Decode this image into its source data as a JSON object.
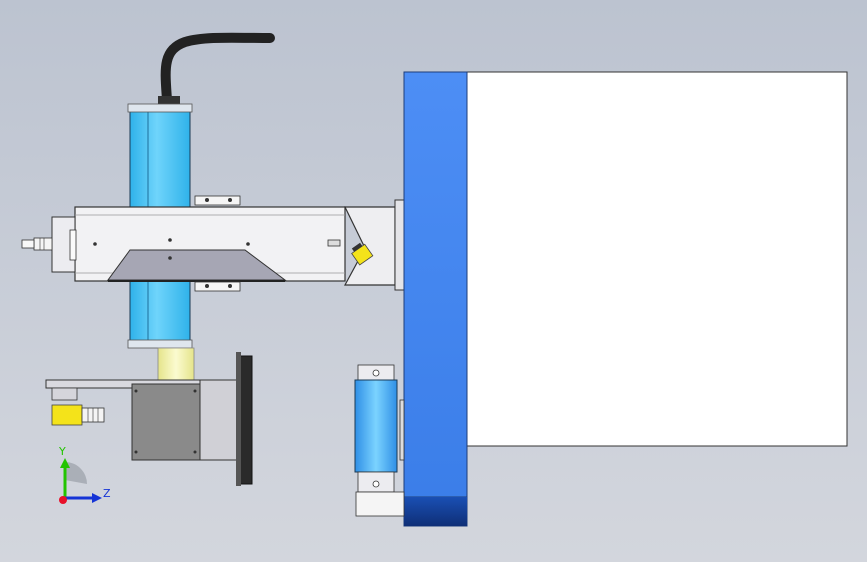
{
  "view": {
    "background_top": "#bcc3d0",
    "background_bottom": "#d3d6dd"
  },
  "colors": {
    "column_blue": "#49c4f2",
    "base_blue": "#3f86f2",
    "panel_white": "#ffffff",
    "housing_gray": "#e6e6ea",
    "motor_gray": "#8a8a8a",
    "sensor_yellow": "#f4e31a",
    "lens_yellow": "#f3f2b7",
    "cable_black": "#222222"
  },
  "icons": {
    "triad": "coordinate-triad-icon",
    "x_axis_dot": "red-origin-dot"
  },
  "triad": {
    "y_label": "Y",
    "z_label": "Z",
    "y_color": "#22c400",
    "z_color": "#1534d6",
    "x_color": "#e8102a"
  }
}
